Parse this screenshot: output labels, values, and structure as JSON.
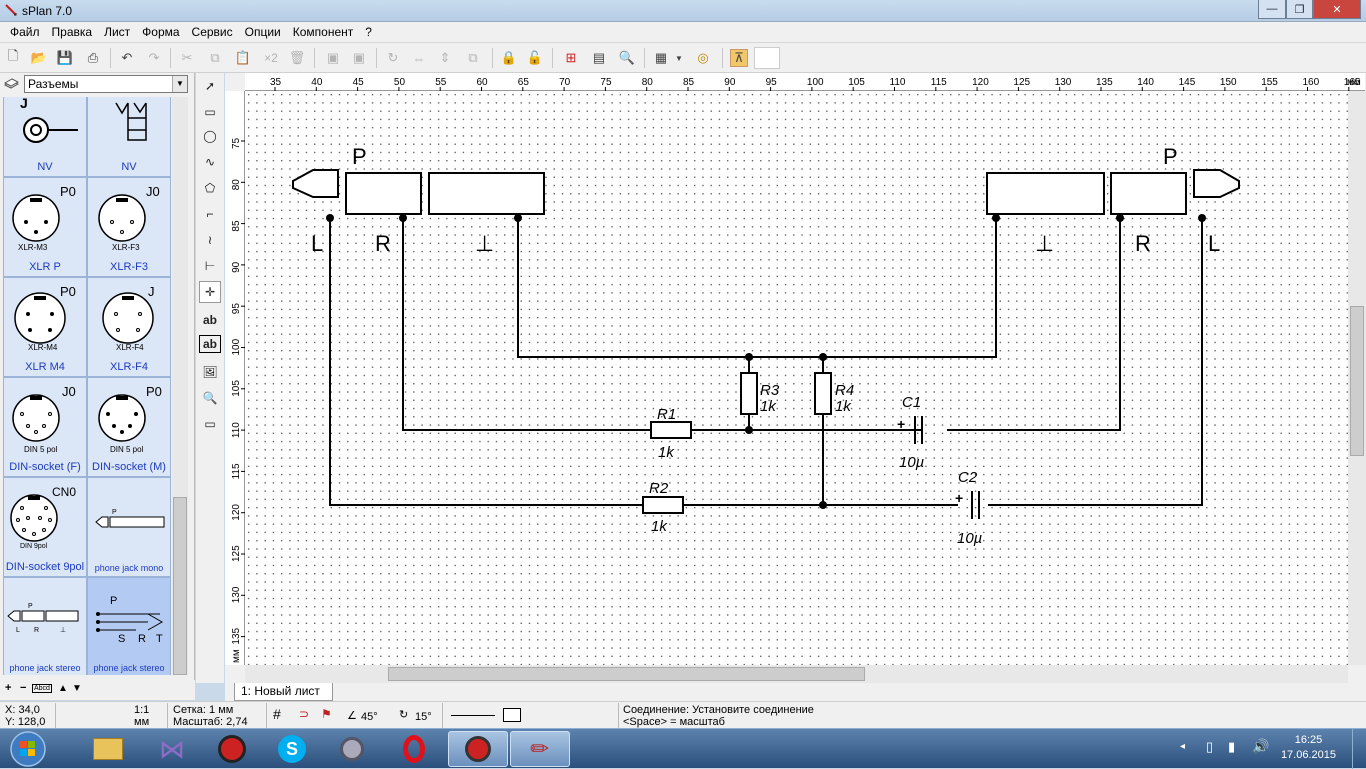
{
  "window": {
    "title": "sPlan 7.0"
  },
  "menu": [
    "Файл",
    "Правка",
    "Лист",
    "Форма",
    "Сервис",
    "Опции",
    "Компонент",
    "?"
  ],
  "toolbar": {
    "copies_label": "×2"
  },
  "library": {
    "selected": "Разъемы",
    "items": [
      {
        "label": "NV",
        "glyph": "J"
      },
      {
        "label": "NV",
        "glyph": ""
      },
      {
        "label": "XLR P",
        "glyph": "P0",
        "sub": "XLR-M3"
      },
      {
        "label": "XLR-F3",
        "glyph": "J0",
        "sub": "XLR-F3"
      },
      {
        "label": "XLR M4",
        "glyph": "P0",
        "sub": "XLR-M4"
      },
      {
        "label": "XLR-F4",
        "glyph": "J",
        "sub": "XLR-F4"
      },
      {
        "label": "DIN-socket (F)",
        "glyph": "J0",
        "sub": "DIN 5 pol"
      },
      {
        "label": "DIN-socket (M)",
        "glyph": "P0",
        "sub": "DIN 5 pol"
      },
      {
        "label": "DIN-socket 9pol",
        "glyph": "CN0",
        "sub": "DIN 9pol"
      },
      {
        "label": "phone jack mono",
        "glyph": "P"
      },
      {
        "label": "phone jack stereo",
        "glyph": "P"
      },
      {
        "label": "phone jack stereo",
        "glyph": "P"
      }
    ]
  },
  "ruler": {
    "h": [
      "35",
      "40",
      "45",
      "50",
      "55",
      "60",
      "65",
      "70",
      "75",
      "80",
      "85",
      "90",
      "95",
      "100",
      "105",
      "110",
      "115",
      "120",
      "125",
      "130",
      "135",
      "140",
      "145",
      "150",
      "155",
      "160",
      "165"
    ],
    "h_unit": "мм",
    "v": [
      "75",
      "80",
      "85",
      "90",
      "95",
      "100",
      "105",
      "110",
      "115",
      "120",
      "125",
      "130",
      "135"
    ],
    "v_unit": "мм"
  },
  "schematic": {
    "left_jack": {
      "p": "P",
      "l": "L",
      "r": "R",
      "gnd": "⊥"
    },
    "right_jack": {
      "p": "P",
      "l": "L",
      "r": "R",
      "gnd": "⊥"
    },
    "r1": {
      "name": "R1",
      "value": "1k"
    },
    "r2": {
      "name": "R2",
      "value": "1k"
    },
    "r3": {
      "name": "R3",
      "value": "1k"
    },
    "r4": {
      "name": "R4",
      "value": "1k"
    },
    "c1": {
      "name": "C1",
      "value": "10µ",
      "plus": "+"
    },
    "c2": {
      "name": "C2",
      "value": "10µ",
      "plus": "+"
    }
  },
  "tabs": {
    "sheet": "1: Новый лист"
  },
  "status": {
    "x": "X: 34,0",
    "y": "Y: 128,0",
    "scale1": "1:1",
    "scale_unit": "мм",
    "grid": "Сетка: 1 мм",
    "zoom": "Масштаб:  2,74",
    "angle1": "45°",
    "angle2": "15°",
    "message1": "Соединение: Установите соединение",
    "message2": "<Space> = масштаб"
  },
  "lib_bottom": {
    "add": "+",
    "remove": "−",
    "text": "Abcd",
    "up": "▲",
    "down": "▼"
  },
  "taskbar": {
    "time": "16:25",
    "date": "17.06.2015"
  }
}
